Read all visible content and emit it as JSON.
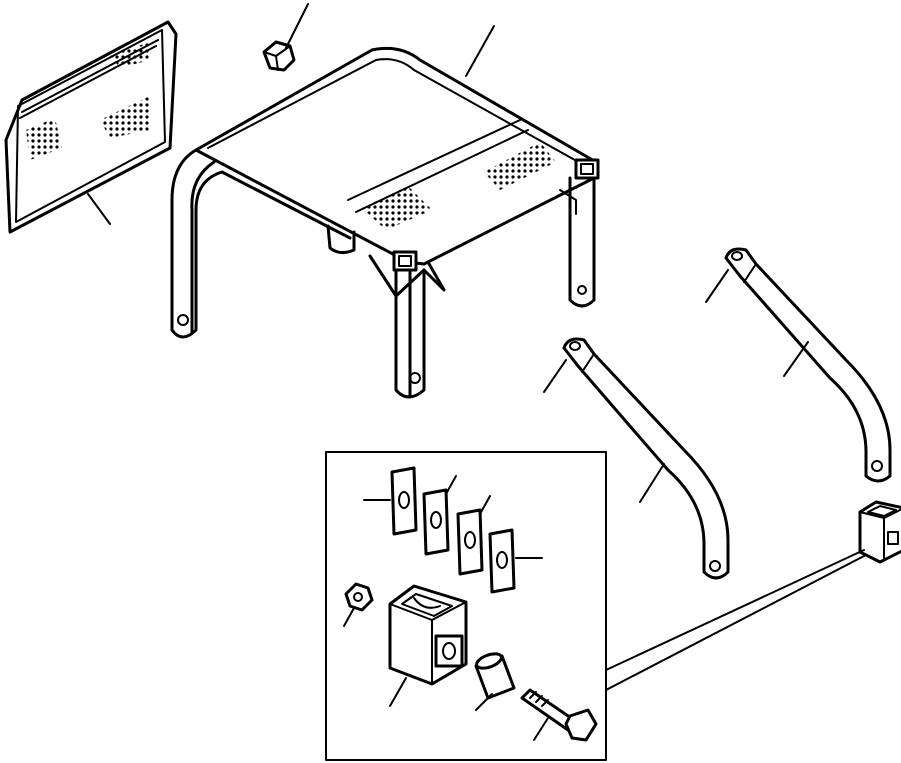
{
  "figure": {
    "background": "#ffffff",
    "line_color": "#000000",
    "parts": [
      {
        "id": "side-cover",
        "icon": "perforated-panel-icon"
      },
      {
        "id": "nut-top",
        "icon": "nut-icon"
      },
      {
        "id": "seat-frame",
        "icon": "frame-icon"
      },
      {
        "id": "handrail-rear",
        "icon": "handrail-icon"
      },
      {
        "id": "handrail-front",
        "icon": "handrail-icon"
      },
      {
        "id": "mount-block",
        "icon": "block-icon"
      },
      {
        "id": "shim-1",
        "icon": "shim-icon"
      },
      {
        "id": "shim-2",
        "icon": "shim-icon"
      },
      {
        "id": "shim-3",
        "icon": "shim-icon"
      },
      {
        "id": "shim-4",
        "icon": "shim-icon"
      },
      {
        "id": "nut-detail",
        "icon": "nut-icon"
      },
      {
        "id": "block-detail",
        "icon": "block-icon"
      },
      {
        "id": "bushing",
        "icon": "bushing-icon"
      },
      {
        "id": "bolt",
        "icon": "bolt-icon"
      }
    ]
  }
}
